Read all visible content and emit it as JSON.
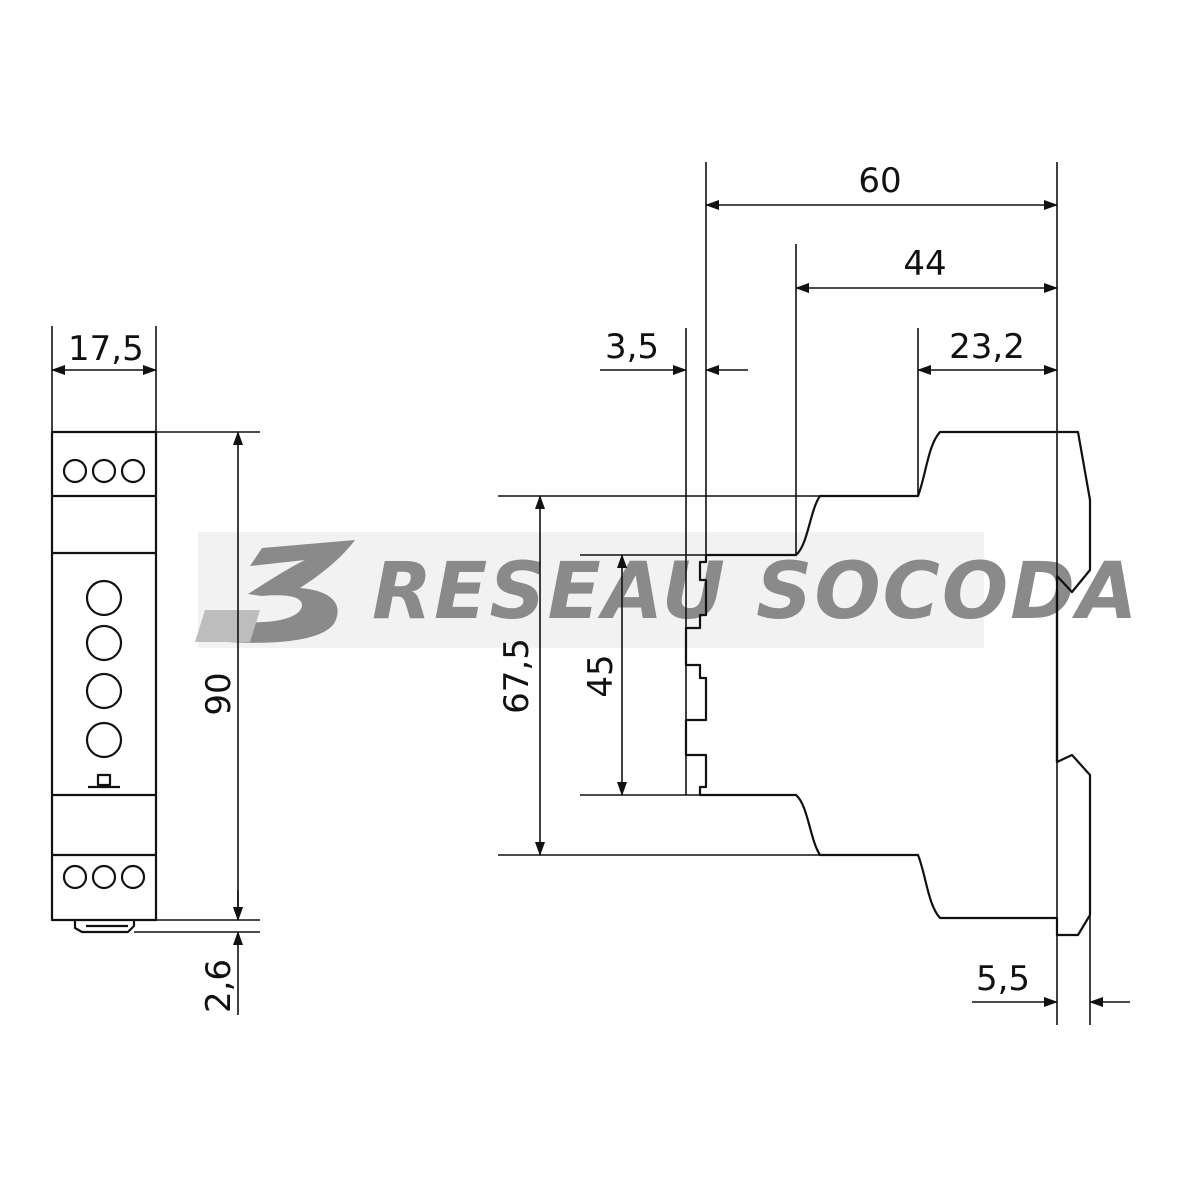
{
  "dimensions": {
    "front_width": "17,5",
    "front_height": "90",
    "front_clip": "2,6",
    "side_depth_total": "60",
    "side_depth_mid": "44",
    "side_depth_front": "23,2",
    "side_offset": "3,5",
    "side_height_mid": "67,5",
    "side_height_rail": "45",
    "side_rail_depth": "5,5"
  },
  "watermark": {
    "text": "RESEAU SOCODA",
    "color": "#8a8a8a"
  },
  "colors": {
    "line": "#111111",
    "background": "#ffffff"
  }
}
